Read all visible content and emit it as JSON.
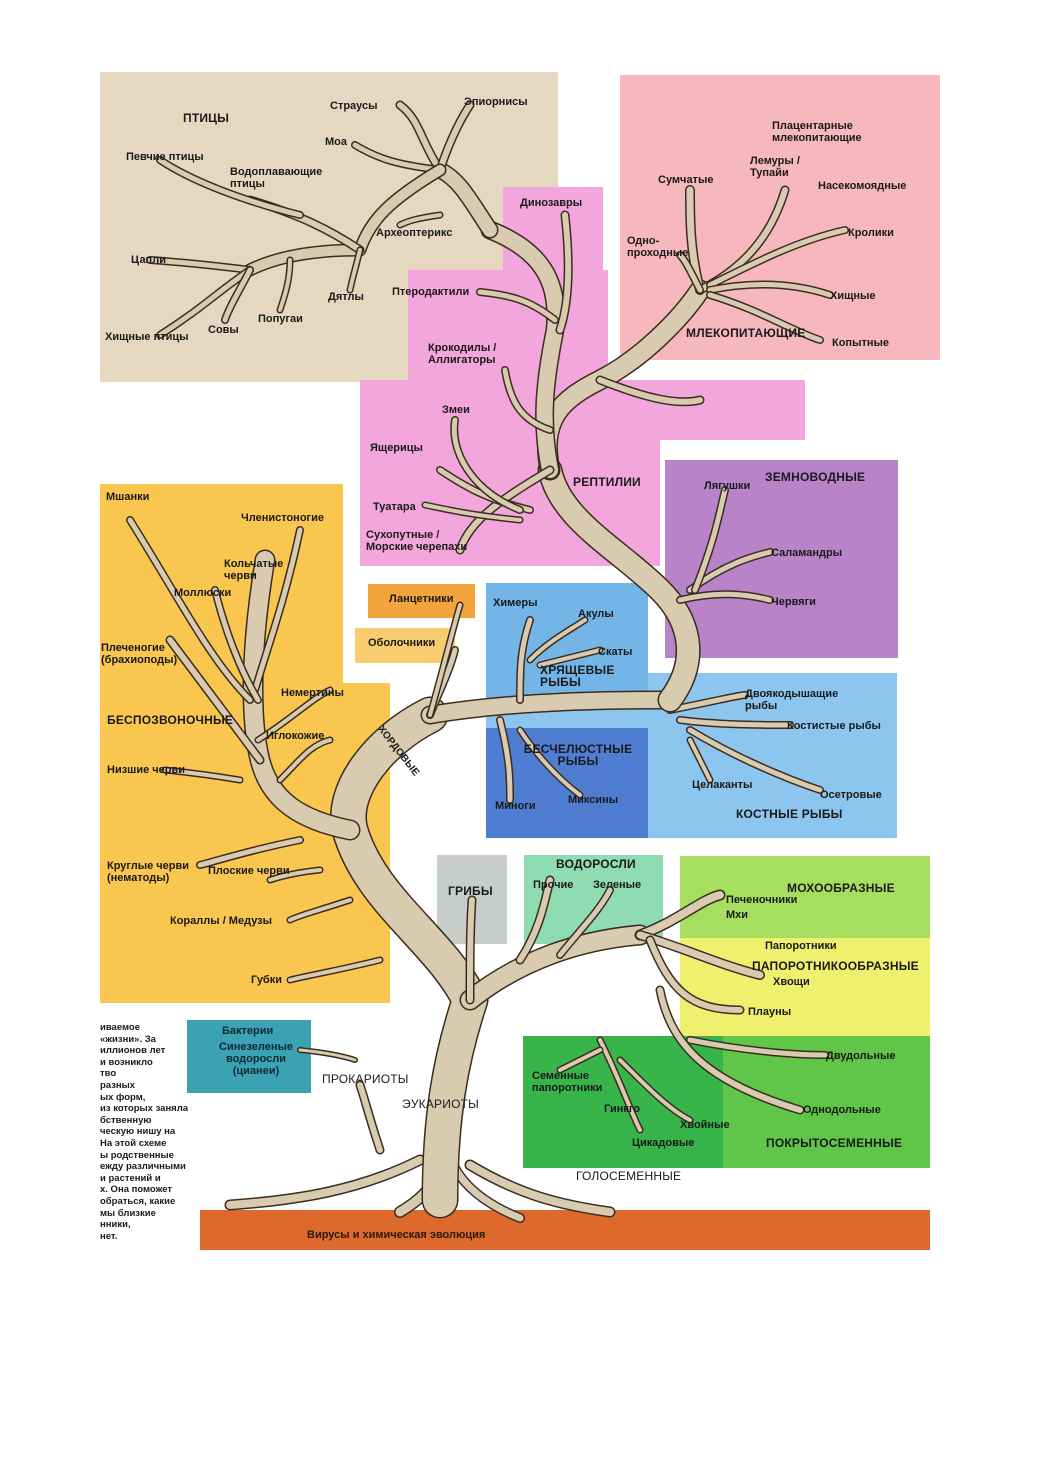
{
  "colors": {
    "birds": "#e6d8c0",
    "mammals": "#f7b8bd",
    "reptiles": "#f3a6dc",
    "invertebrates": "#f9c64f",
    "amphibians": "#b983c9",
    "lancelet": "#f4a43d",
    "tunicates": "#f8cd6f",
    "cartilaginous": "#74b5e8",
    "jawless": "#4f7dd2",
    "bony": "#8cc6ef",
    "fungi": "#c9cdc9",
    "algae": "#8fdcb2",
    "mosses": "#a6df5f",
    "ferns": "#eef06e",
    "angiosperms": "#5fc64a",
    "gymnosperms": "#37b44a",
    "bacteria": "#3aa2b2",
    "ground": "#dd6a2c",
    "wood": "#d9cbb0",
    "bark": "#3b2c20"
  },
  "groups": {
    "birds": "ПТИЦЫ",
    "mammals": "МЛЕКОПИТАЮЩИЕ",
    "reptiles": "РЕПТИЛИИ",
    "amphibians": "ЗЕМНОВОДНЫЕ",
    "invertebrates": "БЕСПОЗВОНОЧНЫЕ",
    "chordates": "ХОРДОВЫЕ",
    "cartilaginous": "ХРЯЩЕВЫЕ РЫБЫ",
    "jawless": "БЕСЧЕЛЮСТНЫЕ РЫБЫ",
    "bony": "КОСТНЫЕ РЫБЫ",
    "algae": "ВОДОРОСЛИ",
    "fungi": "ГРИБЫ",
    "mosses": "МОХООБРАЗНЫЕ",
    "ferns": "ПАПОРОТНИКООБРАЗНЫЕ",
    "angiosperms": "ПОКРЫТОСЕМЕННЫЕ",
    "gymnosperms": "ГОЛОСЕМЕННЫЕ",
    "prokaryotes": "ПРОКАРИОТЫ",
    "eukaryotes": "ЭУКАРИОТЫ"
  },
  "labels": {
    "birds": [
      "Страусы",
      "Эпиорнисы",
      "Моа",
      "Певчие птицы",
      "Водоплавающие птицы",
      "Археоптерикс",
      "Цапли",
      "Дятлы",
      "Хищные птицы",
      "Совы",
      "Попугаи"
    ],
    "mammals": [
      "Плацентарные млекопитающие",
      "Лемуры / Тупайи",
      "Сумчатые",
      "Насекомоядные",
      "Одно-проходные",
      "Кролики",
      "Хищные",
      "Копытные"
    ],
    "reptiles": [
      "Динозавры",
      "Птеродактили",
      "Крокодилы / Аллигаторы",
      "Змеи",
      "Ящерицы",
      "Туатара",
      "Сухопутные / Морские черепахи"
    ],
    "amphibians": [
      "Лягушки",
      "Саламандры",
      "Червяги"
    ],
    "invertebrates": [
      "Мшанки",
      "Членистоногие",
      "Кольчатые черви",
      "Моллюски",
      "Плеченогие (брахиоподы)",
      "Немертины",
      "Иглокожие",
      "Низшие черви",
      "Круглые черви (нематоды)",
      "Плоские черви",
      "Кораллы / Медузы",
      "Губки"
    ],
    "chordates": [
      "Ланцетники",
      "Оболочники"
    ],
    "cartilaginous": [
      "Химеры",
      "Акулы",
      "Скаты"
    ],
    "jawless": [
      "Миноги",
      "Миксины"
    ],
    "bony": [
      "Двоякодышащие рыбы",
      "Костистые рыбы",
      "Целаканты",
      "Осетровые"
    ],
    "algae": [
      "Прочие",
      "Зеленые"
    ],
    "mosses": [
      "Печеночники",
      "Мхи"
    ],
    "ferns": [
      "Папоротники",
      "Хвощи",
      "Плауны"
    ],
    "angiosperms": [
      "Двудольные",
      "Однодольные"
    ],
    "gymnosperms": [
      "Семенные папоротники",
      "Гинкго",
      "Хвойные",
      "Цикадовые"
    ],
    "prokaryotes": [
      "Бактерии",
      "Синезеленые водоросли (цианеи)"
    ],
    "ground": "Вирусы и химическая эволюция"
  },
  "sidetext": "иваемое\n«жизни». За\nиллионов лет\nи возникло\nтво\nразных\nых форм,\nиз которых заняла\nбственную\nческую нишу на\nНа этой схеме\nы родственные\nежду различными\nи растений и\nх. Она поможет\nобраться, какие\nмы близкие\nнники,\nнет."
}
